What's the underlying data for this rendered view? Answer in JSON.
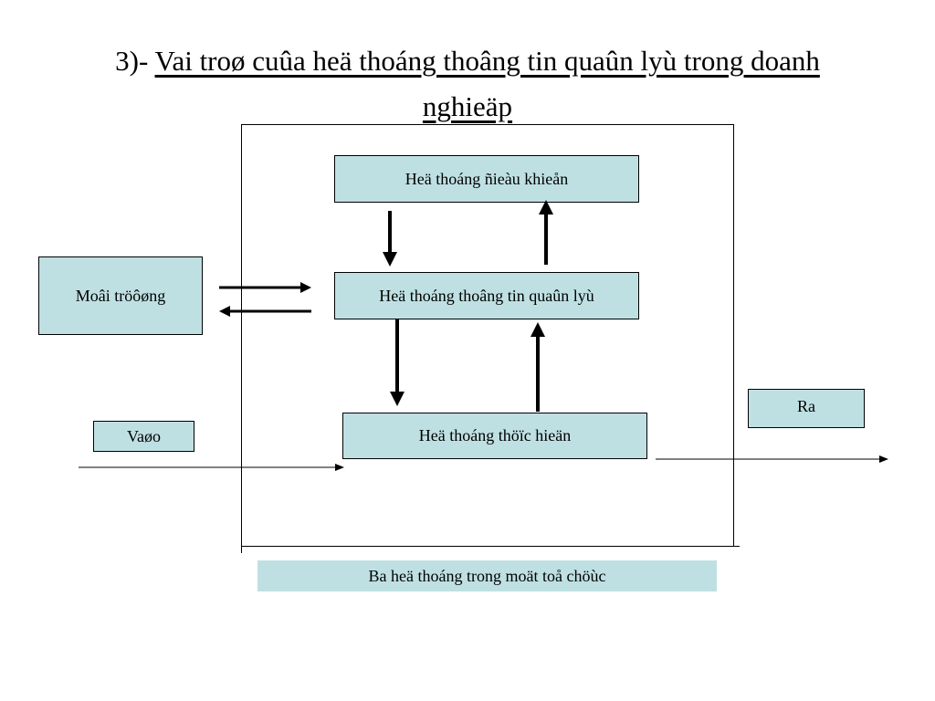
{
  "title": {
    "prefix": "3)- ",
    "line1": "Vai troø cuûa heä thoáng thoâng tin quaûn lyù  trong doanh",
    "line2": "nghieäp"
  },
  "boxes": {
    "control": "Heä thoáng ñieàu khieån",
    "mis": "Heä thoáng thoâng tin quaûn lyù",
    "operation": "Heä thoáng thöïc hieän",
    "environment": "Moâi tröôøng",
    "input": "Vaøo",
    "output": "Ra"
  },
  "caption": "Ba heä thoáng trong moät toå chöùc"
}
